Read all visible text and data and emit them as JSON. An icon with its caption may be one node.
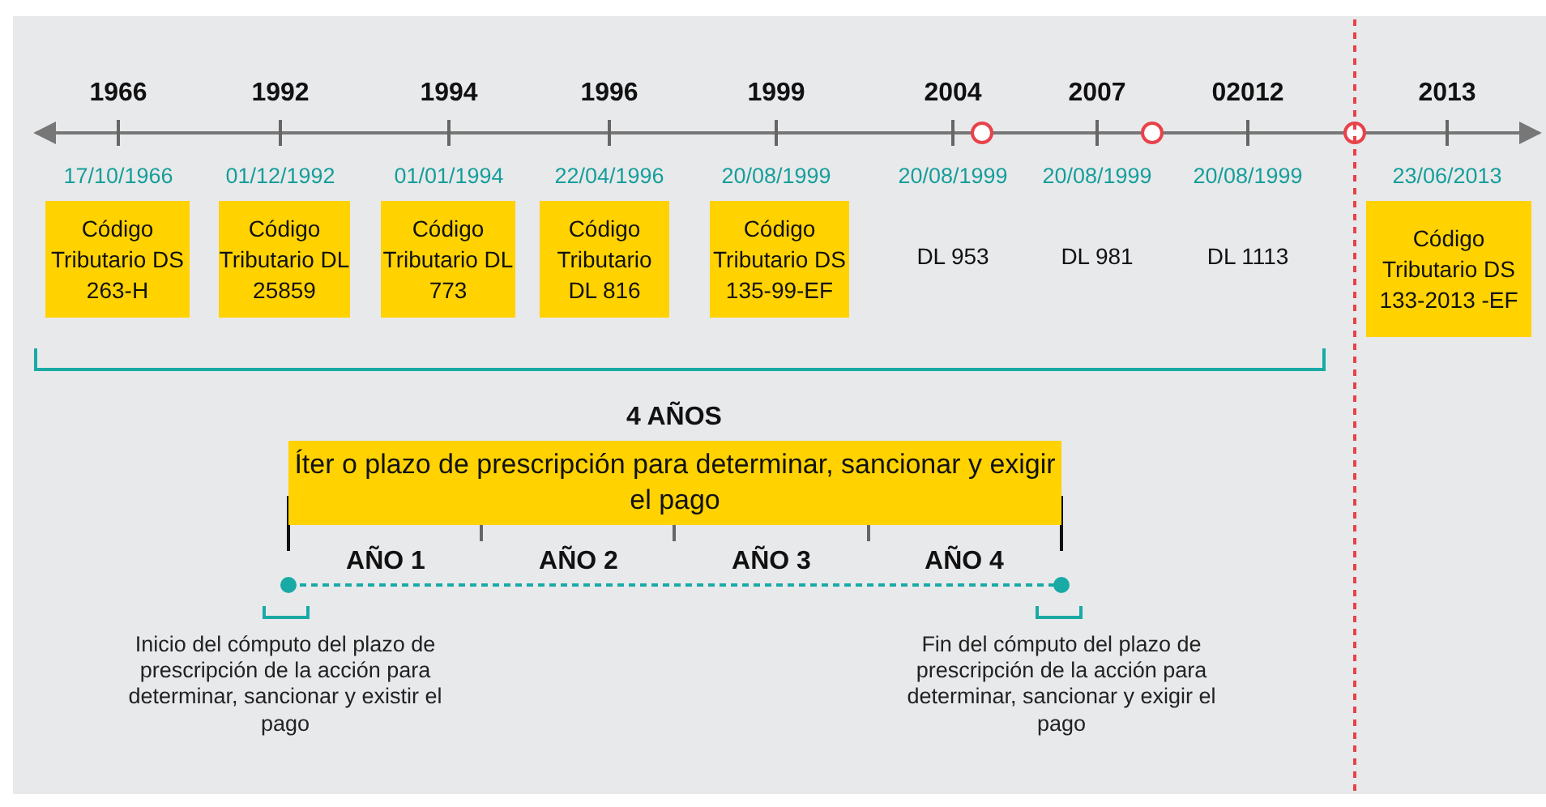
{
  "diagram": {
    "nodes": [
      {
        "text": [
          "Código Tributario DS 263-H"
        ]
      },
      {
        "text": [
          "Código Tributario DL 25859"
        ]
      },
      {
        "text": [
          "Código Tributario DL 773"
        ]
      },
      {
        "text": [
          "Código Tributario DL 816"
        ]
      },
      {
        "text": [
          "Código Tributario DS 135-99-EF"
        ]
      },
      {
        "text": [
          "Código Tributario DS 133-2013 -EF"
        ]
      },
      {
        "text": [
          "Íter o plazo de prescripción para determinar, sancionar y exigir el pago"
        ]
      }
    ],
    "edges": [],
    "labels": [
      "1966",
      "1992",
      "1994",
      "1996",
      "1999",
      "2004",
      "2007",
      "02012",
      "2013",
      "17/10/1966",
      "01/12/1992",
      "01/01/1994",
      "22/04/1996",
      "20/08/1999",
      "20/08/1999",
      "20/08/1999",
      "20/08/1999",
      "23/06/2013",
      "DL 953",
      "DL 981",
      "DL 1113",
      "4 AÑOS",
      "AÑO 1",
      "AÑO 2",
      "AÑO 3",
      "AÑO 4",
      "Inicio del cómputo del plazo de prescripción de la acción para determinar, sancionar y existir el pago",
      "Fin del cómputo del plazo de prescripción de la acción para determinar, sancionar y exigir el pago"
    ]
  }
}
